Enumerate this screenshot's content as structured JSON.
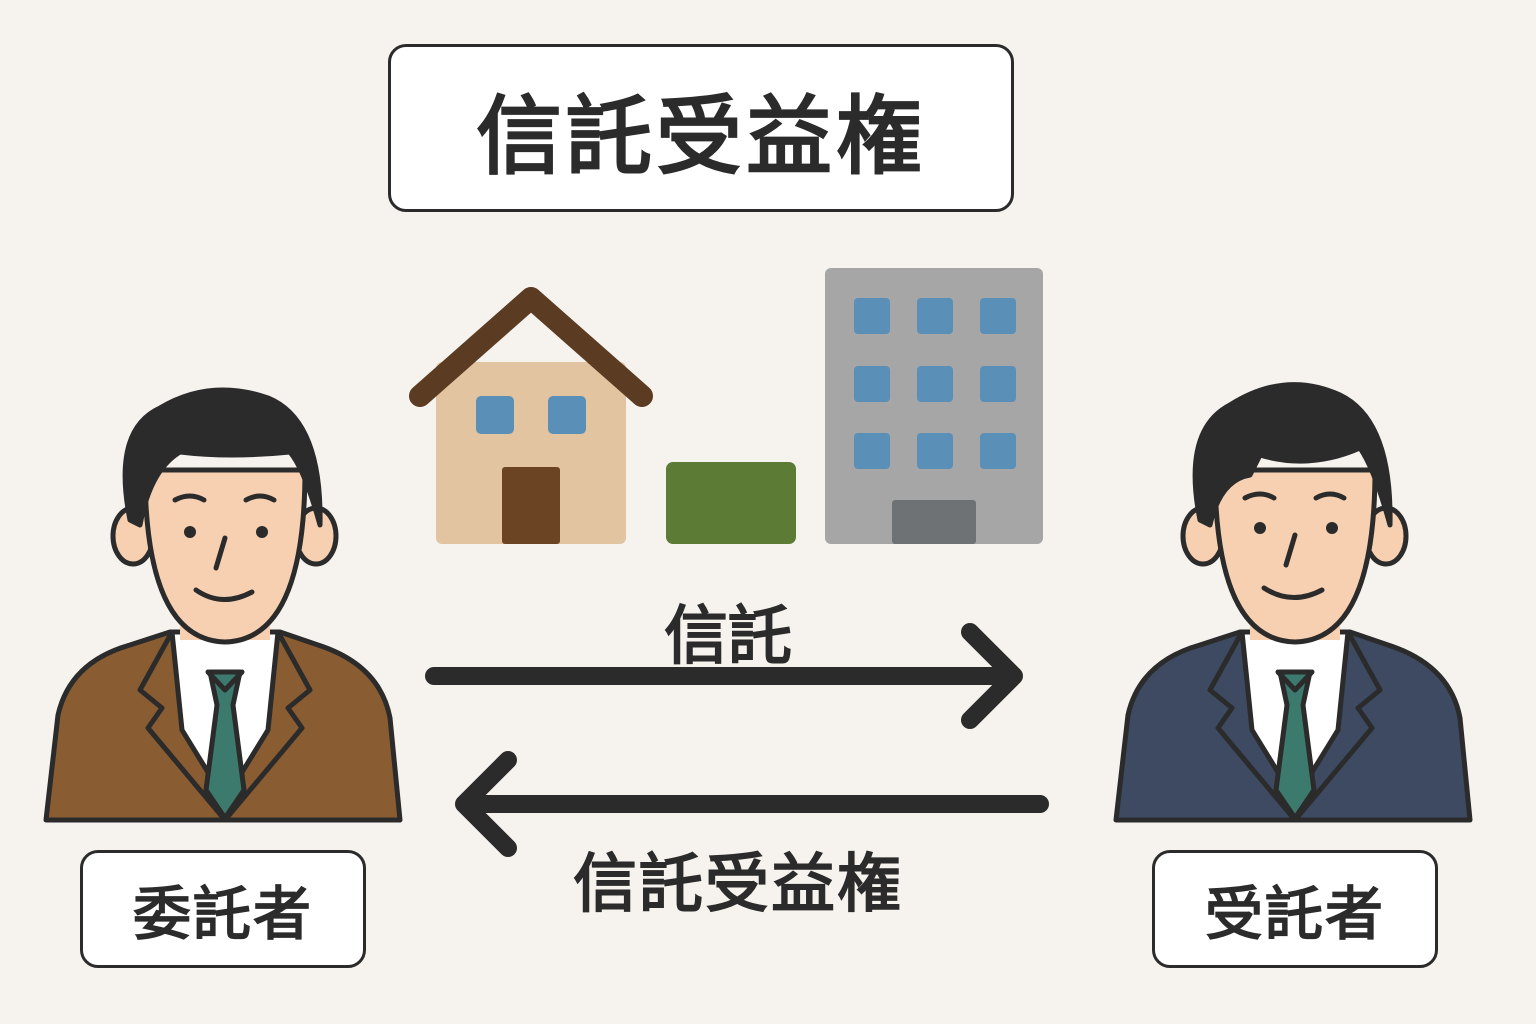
{
  "title": "信託受益権",
  "arrows": {
    "to_trustee_label": "信託",
    "to_settlor_label": "信託受益権"
  },
  "people": {
    "settlor_label": "委託者",
    "trustee_label": "受託者"
  },
  "colors": {
    "background": "#f6f3ef",
    "outline": "#2b2b2b",
    "settlor_suit": "#8a5c32",
    "trustee_suit": "#3e4a62",
    "tie": "#3d7a6e",
    "skin": "#f6d0b1",
    "house_wall": "#e3c4a0",
    "house_roof": "#5b3b22",
    "window": "#5a8fb8",
    "land": "#5c7c35",
    "building": "#a6a6a6"
  }
}
